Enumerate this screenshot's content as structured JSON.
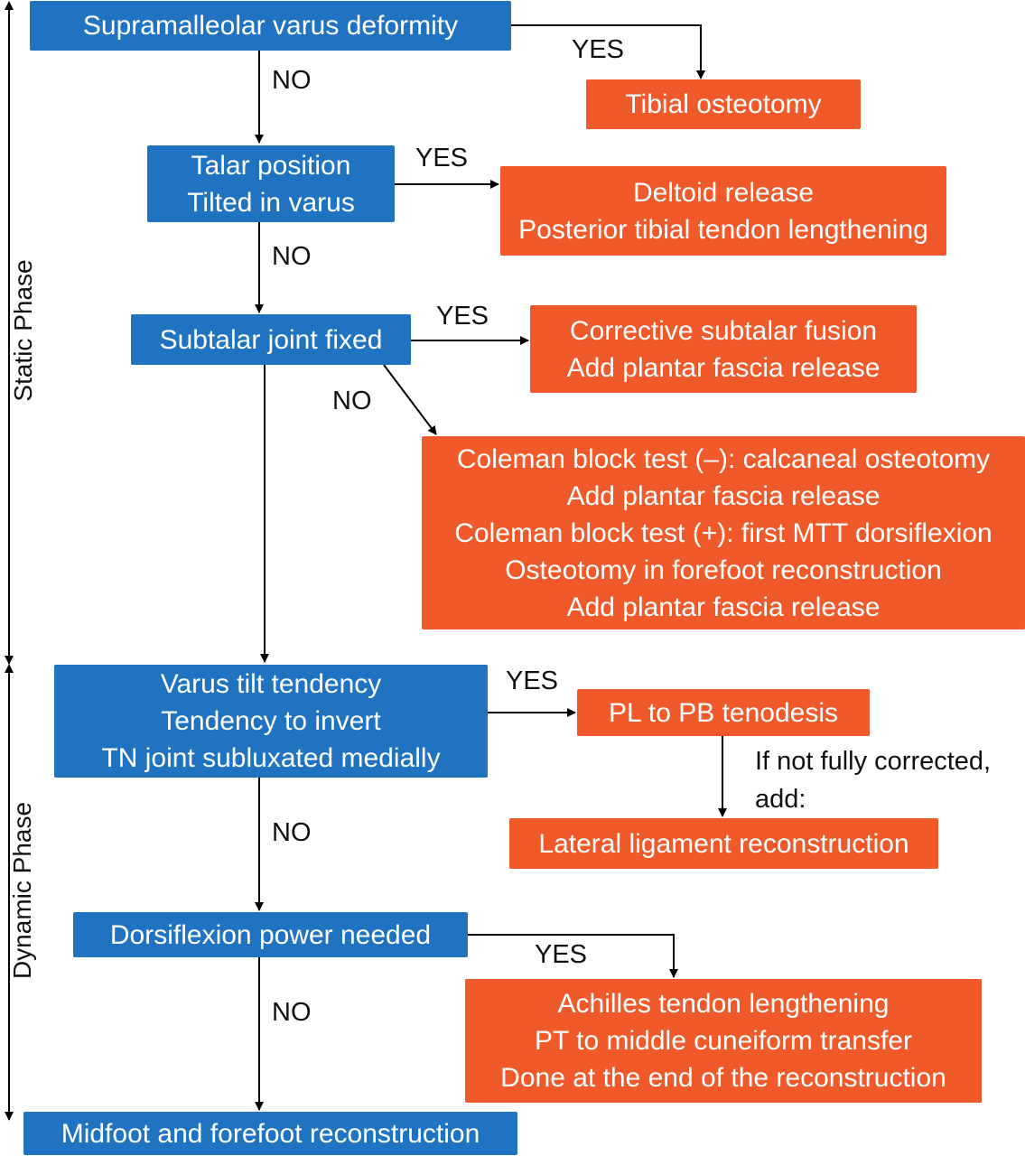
{
  "phases": {
    "static": "Static Phase",
    "dynamic": "Dynamic Phase"
  },
  "boxes": {
    "supramalleolar": [
      "Supramalleolar varus deformity"
    ],
    "tibial_osteotomy": [
      "Tibial osteotomy"
    ],
    "talar_position": [
      "Talar position",
      "Tilted in varus"
    ],
    "deltoid": [
      "Deltoid release",
      "Posterior tibial tendon lengthening"
    ],
    "subtalar": [
      "Subtalar joint fixed"
    ],
    "corrective_fusion": [
      "Corrective subtalar fusion",
      "Add plantar fascia release"
    ],
    "coleman": [
      "Coleman block test (–): calcaneal osteotomy",
      "Add plantar fascia release",
      "Coleman block test (+): first MTT dorsiflexion",
      "Osteotomy in forefoot reconstruction",
      "Add plantar fascia release"
    ],
    "varus_tilt": [
      "Varus tilt tendency",
      "Tendency to invert",
      "TN joint subluxated medially"
    ],
    "pl_pb": [
      "PL to PB tenodesis"
    ],
    "lateral_ligament": [
      "Lateral ligament reconstruction"
    ],
    "dorsiflexion": [
      "Dorsiflexion power needed"
    ],
    "achilles": [
      "Achilles tendon lengthening",
      "PT to middle cuneiform transfer",
      "Done at the end of the reconstruction"
    ],
    "midfoot": [
      "Midfoot and forefoot reconstruction"
    ]
  },
  "labels": {
    "yes": "YES",
    "no": "NO",
    "if_not_corrected": [
      "If not fully corrected,",
      "add:"
    ]
  }
}
